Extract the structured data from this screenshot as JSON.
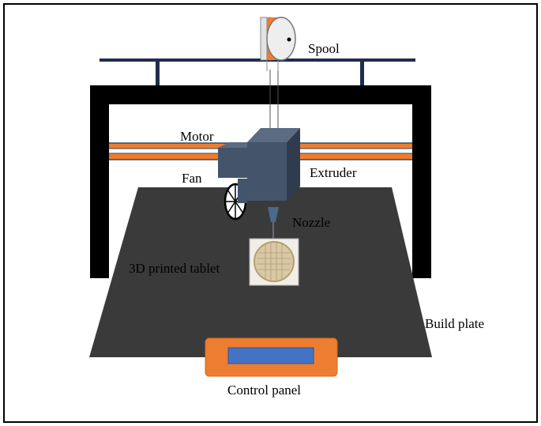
{
  "labels": {
    "spool": "Spool",
    "motor": "Motor",
    "fan": "Fan",
    "extruder": "Extruder",
    "nozzle": "Nozzle",
    "tablet": "3D printed tablet",
    "build_plate": "Build plate",
    "control_panel": "Control panel"
  },
  "colors": {
    "frame": "#000000",
    "top_bar": "#1f2d4d",
    "rail_orange": "#ed7d31",
    "rail_dark": "#3b4b5c",
    "spool_orange": "#ed7d31",
    "spool_rim": "#dcdcdc",
    "extruder_front": "#44546a",
    "extruder_top": "#5a6b82",
    "extruder_side": "#2f3c4d",
    "fan_body": "#44546a",
    "build_plate": "#3a3a3a",
    "nozzle": "#4a6a8c",
    "tablet_fill": "#d8c9a6",
    "control_panel_outer": "#ed7d31",
    "control_panel_screen": "#4472c4"
  }
}
